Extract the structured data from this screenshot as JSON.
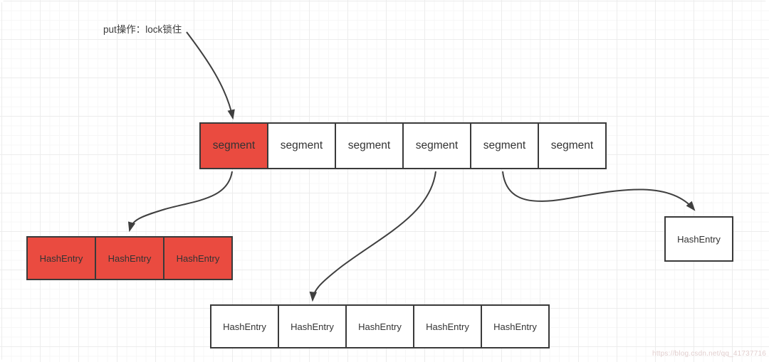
{
  "annotation": {
    "text": "put操作：lock锁住"
  },
  "segment_row": {
    "cells": [
      {
        "label": "segment",
        "highlighted": true
      },
      {
        "label": "segment",
        "highlighted": false
      },
      {
        "label": "segment",
        "highlighted": false
      },
      {
        "label": "segment",
        "highlighted": false
      },
      {
        "label": "segment",
        "highlighted": false
      },
      {
        "label": "segment",
        "highlighted": false
      }
    ]
  },
  "hash_entry_rows": {
    "left_red": {
      "highlighted": true,
      "cells": [
        {
          "label": "HashEntry"
        },
        {
          "label": "HashEntry"
        },
        {
          "label": "HashEntry"
        }
      ]
    },
    "bottom": {
      "highlighted": false,
      "cells": [
        {
          "label": "HashEntry"
        },
        {
          "label": "HashEntry"
        },
        {
          "label": "HashEntry"
        },
        {
          "label": "HashEntry"
        },
        {
          "label": "HashEntry"
        }
      ]
    },
    "right_single": {
      "highlighted": false,
      "cells": [
        {
          "label": "HashEntry"
        }
      ]
    }
  },
  "connectors": [
    {
      "id": "annotation-to-first-segment",
      "from": "annotation",
      "to": "segment-1"
    },
    {
      "id": "first-segment-to-red-hashentry-row",
      "from": "segment-1",
      "to": "hashentry-row-left-red"
    },
    {
      "id": "fourth-segment-to-bottom-hashentry-row",
      "from": "segment-4",
      "to": "hashentry-row-bottom"
    },
    {
      "id": "fifth-segment-to-single-hashentry",
      "from": "segment-5",
      "to": "hashentry-single-right"
    }
  ],
  "watermark": {
    "text": "https://blog.csdn.net/qq_41737716"
  },
  "colors": {
    "highlight_red": "#ea4b40",
    "box_border": "#3a3a3a",
    "arrow": "#3f3f3f",
    "text": "#333333",
    "grid_minor": "#f7f7f7",
    "grid_major": "#ececec",
    "watermark": "#e2cfcf"
  }
}
